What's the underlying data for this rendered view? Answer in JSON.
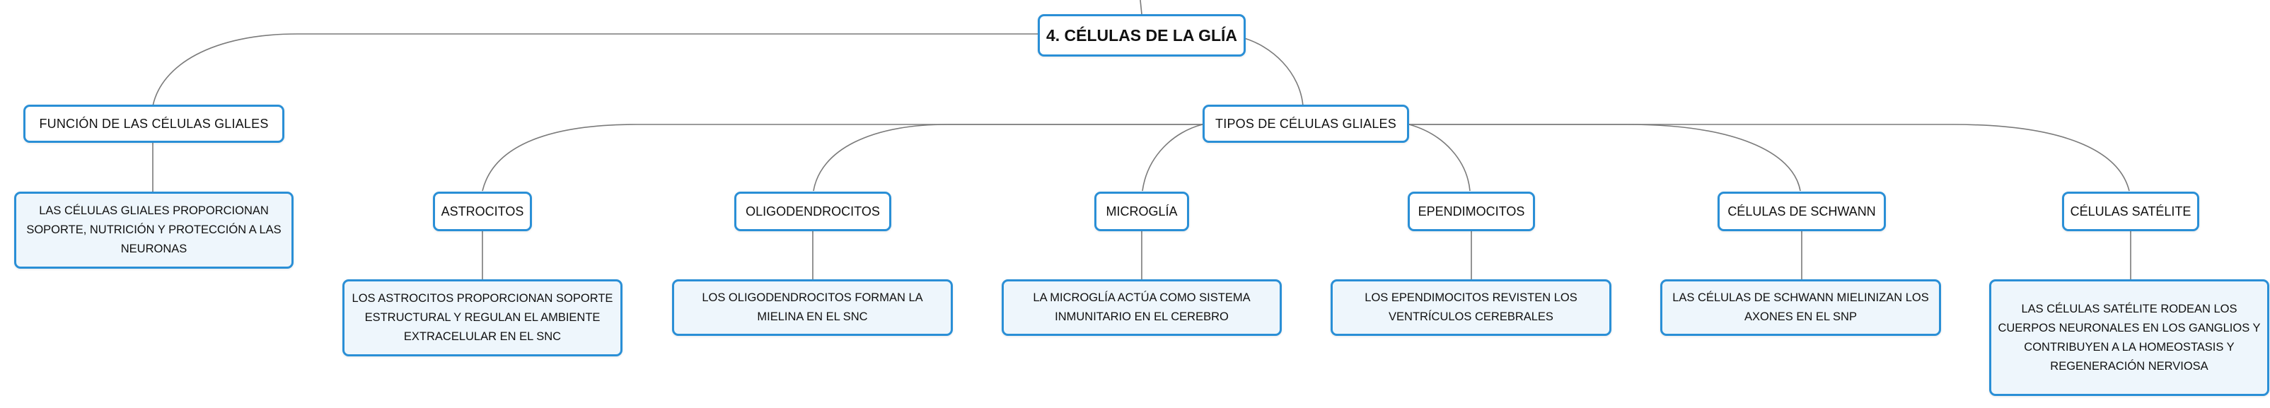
{
  "root": {
    "title": "4. CÉLULAS DE LA GLÍA"
  },
  "branches": {
    "function": {
      "title": "FUNCIÓN DE LAS CÉLULAS GLIALES",
      "text": "LAS CÉLULAS GLIALES PROPORCIONAN SOPORTE, NUTRICIÓN Y PROTECCIÓN A LAS NEURONAS"
    },
    "types": {
      "title": "TIPOS DE CÉLULAS GLIALES",
      "items": [
        {
          "title": "ASTROCITOS",
          "text": "LOS ASTROCITOS PROPORCIONAN SOPORTE ESTRUCTURAL Y REGULAN EL AMBIENTE EXTRACELULAR EN EL SNC"
        },
        {
          "title": "OLIGODENDROCITOS",
          "text": "LOS OLIGODENDROCITOS FORMAN LA MIELINA EN EL SNC"
        },
        {
          "title": "MICROGLÍA",
          "text": "LA MICROGLÍA ACTÚA COMO SISTEMA INMUNITARIO EN EL CEREBRO"
        },
        {
          "title": "EPENDIMOCITOS",
          "text": "LOS EPENDIMOCITOS REVISTEN LOS VENTRÍCULOS CEREBRALES"
        },
        {
          "title": "CÉLULAS DE SCHWANN",
          "text": "LAS CÉLULAS DE SCHWANN MIELINIZAN LOS AXONES EN EL SNP"
        },
        {
          "title": "CÉLULAS SATÉLITE",
          "text": "LAS CÉLULAS SATÉLITE RODEAN LOS CUERPOS NEURONALES EN LOS GANGLIOS Y CONTRIBUYEN A LA HOMEOSTASIS Y REGENERACIÓN NERVIOSA"
        }
      ]
    }
  }
}
